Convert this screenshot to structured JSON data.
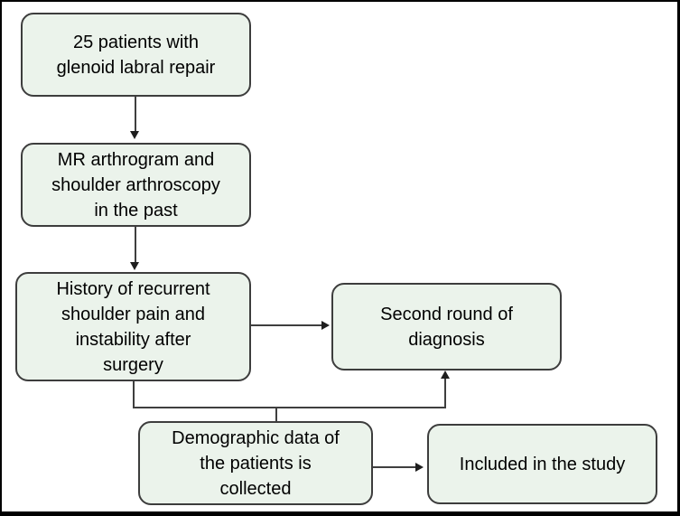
{
  "flowchart": {
    "nodes": {
      "cohort": {
        "label": "25 patients with\nglenoid labral repair"
      },
      "prior_workup": {
        "label": "MR arthrogram and\nshoulder arthroscopy\nin the past"
      },
      "recurrent_symptoms": {
        "label": "History of recurrent\nshoulder pain and\ninstability after\nsurgery"
      },
      "second_diagnosis": {
        "label": "Second round of\ndiagnosis"
      },
      "demographics": {
        "label": "Demographic data of\nthe patients is\ncollected"
      },
      "included": {
        "label": "Included in the study"
      }
    },
    "edges": [
      {
        "from": "cohort",
        "to": "prior_workup"
      },
      {
        "from": "prior_workup",
        "to": "recurrent_symptoms"
      },
      {
        "from": "recurrent_symptoms",
        "to": "second_diagnosis"
      },
      {
        "from": "recurrent_symptoms",
        "to": "demographics"
      },
      {
        "from": "demographics",
        "to": "second_diagnosis"
      },
      {
        "from": "demographics",
        "to": "included"
      }
    ],
    "colors": {
      "node_fill": "#ebf3eb",
      "node_border": "#3d3d3d",
      "connector": "#3f3f3f",
      "frame": "#000000",
      "background": "#ffffff",
      "text": "#000000"
    }
  }
}
